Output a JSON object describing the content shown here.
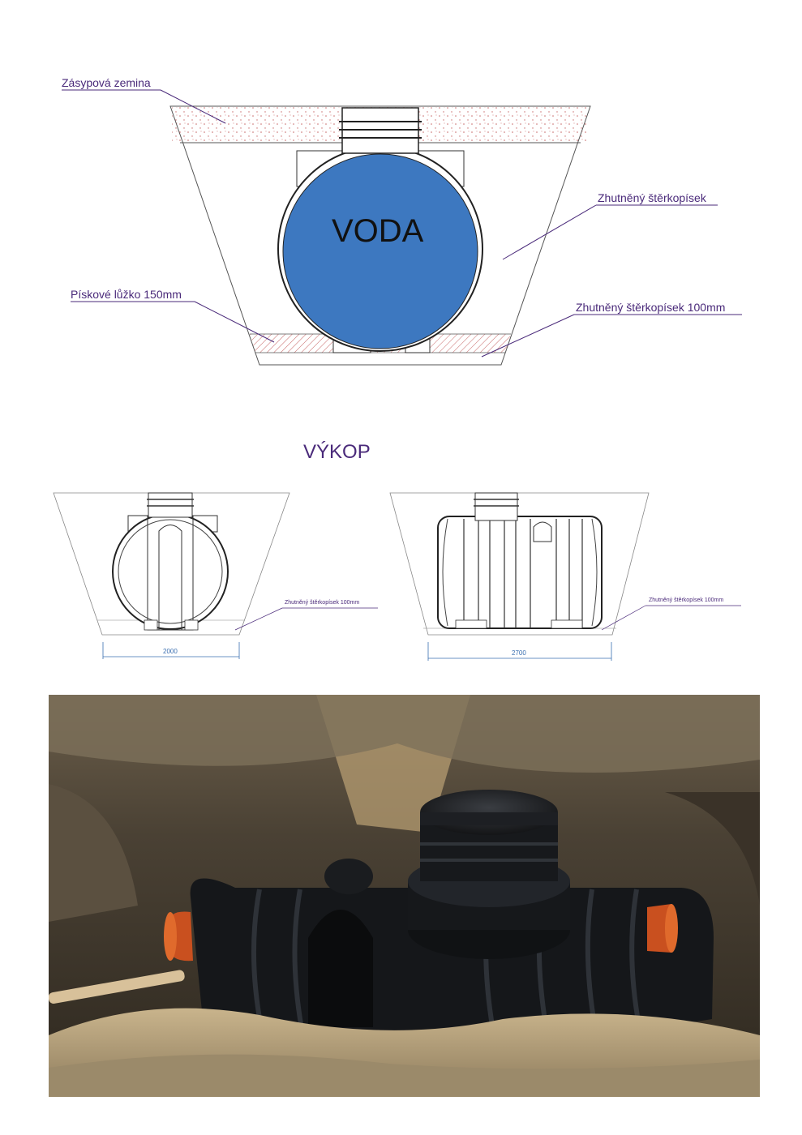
{
  "main_diagram": {
    "labels": {
      "backfill": "Zásypová zemina",
      "compacted_gravel_sand": "Zhutněný štěrkopísek",
      "sand_bed": "Pískové lůžko 150mm",
      "compacted_gravel_sand_100": "Zhutněný štěrkopísek 100mm"
    },
    "tank_text": "VODA",
    "colors": {
      "water": "#3d78c0",
      "label": "#4a2a7a",
      "hatch": "#c86a6a"
    }
  },
  "excavation": {
    "title": "VÝKOP",
    "left": {
      "label": "Zhutněný štěrkopísek 100mm",
      "dimension": "2000"
    },
    "right": {
      "label": "Zhutněný štěrkopísek 100mm",
      "dimension": "2700"
    }
  }
}
